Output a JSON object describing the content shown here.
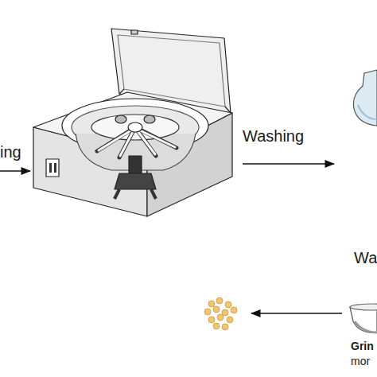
{
  "diagram": {
    "labels": [
      "ing",
      "Washing",
      "Wa",
      "Grin",
      "mor"
    ]
  }
}
